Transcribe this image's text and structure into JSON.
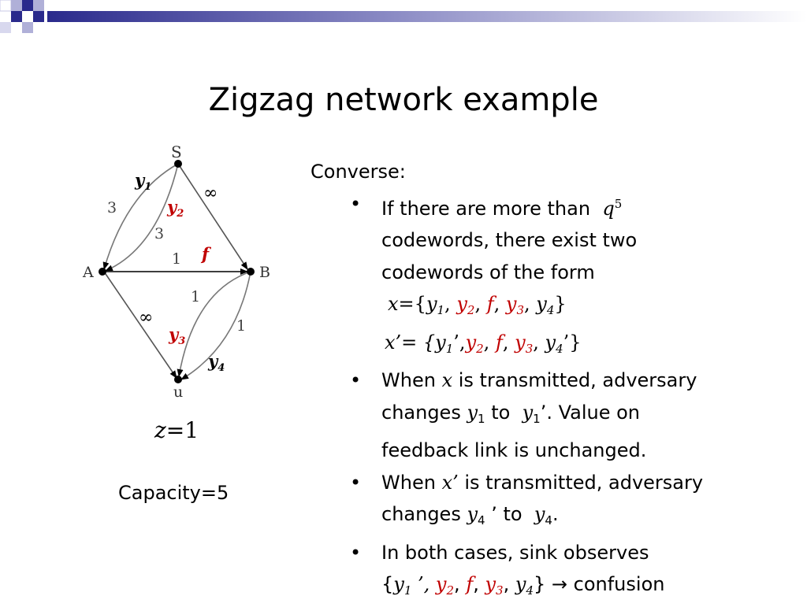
{
  "title": "Zigzag network example",
  "diagram": {
    "nodes": {
      "s": "S",
      "a": "A",
      "b": "B",
      "u": "u"
    },
    "edge_capacities": {
      "s_a": "3",
      "s_a_inner": "3",
      "s_b": "∞",
      "a_b": "1",
      "a_u": "∞",
      "b_u_inner": "1",
      "b_u": "1"
    },
    "edge_symbols": {
      "s_a": "y",
      "s_a_sub": "1",
      "s_a_inner": "y",
      "s_a_inner_sub": "2",
      "a_b": "f",
      "a_u": "y",
      "a_u_sub": "3",
      "b_u": "y",
      "b_u_sub": "4"
    },
    "colors": {
      "red": "#c00000",
      "black": "#000000"
    }
  },
  "z_var": "z",
  "z_eq": "=1",
  "capacity": "Capacity=5",
  "converse_label": "Converse:",
  "bullet_symbol": "•",
  "bullets": {
    "b1": {
      "line1": "If there are more than",
      "q": "q",
      "q_exp": "5",
      "line2": "codewords, there exist  two",
      "line3": "codewords of the form"
    },
    "eq1": {
      "lhs": "x",
      "eq": "={",
      "y": "y",
      "one": "1",
      "two": "2",
      "f": "f",
      "three": "3",
      "four": "4",
      "comma": ",",
      "close": "}"
    },
    "eq2": {
      "lhs": "x’= {",
      "prime": "’",
      "close": "’}"
    },
    "b2": {
      "when": "When",
      "x": "x",
      "rest1": "is transmitted, adversary",
      "changes": "changes",
      "y": "y",
      "one": "1",
      "to": "to",
      "prime_dot": "’.  Value on",
      "line3": "feedback link is unchanged."
    },
    "b3": {
      "when": "When",
      "xp": "x’",
      "rest1": "is transmitted, adversary",
      "changes": "changes",
      "y": "y",
      "four": "4",
      "prime_to": " ’ to",
      "dot": "."
    },
    "b4": {
      "line1": "In both cases, sink observes",
      "open": "{",
      "prime_comma": " ’,",
      "close": "}",
      "arrow": "→ confusion"
    }
  }
}
